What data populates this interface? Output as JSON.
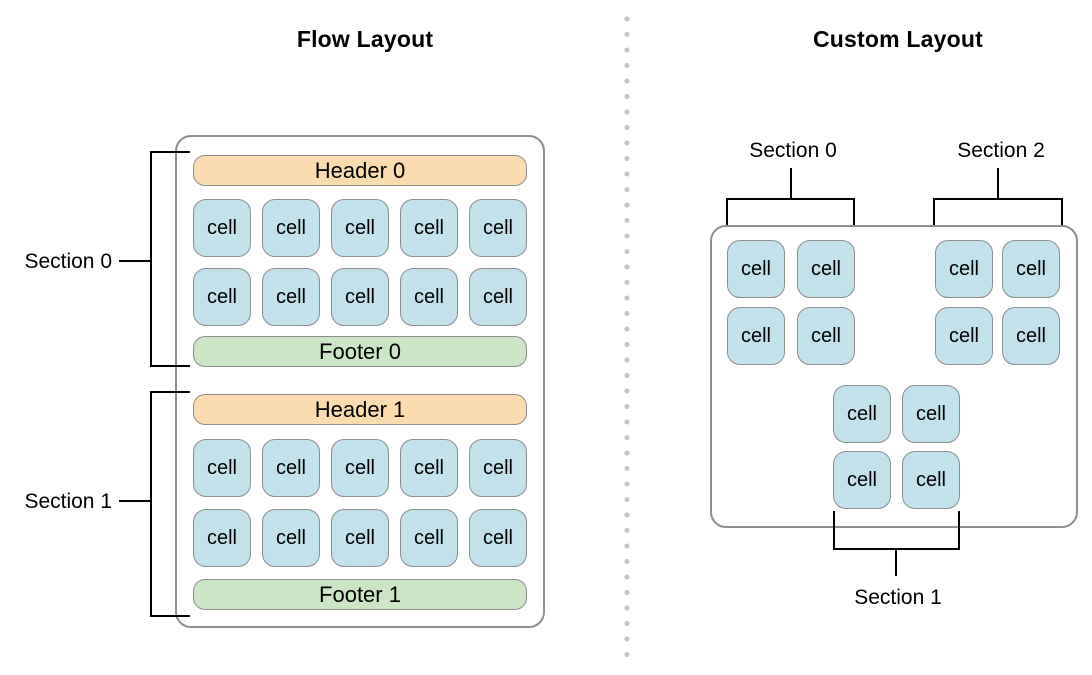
{
  "colors": {
    "header_fill": "#FBDBB0",
    "cell_fill": "#C2E1EA",
    "footer_fill": "#CBE5C6",
    "box_border": "#8E8E8E",
    "bracket_line": "#000000",
    "divider_dot": "#C5C5C5"
  },
  "flow": {
    "title": "Flow Layout",
    "cell_label": "cell",
    "sections": [
      {
        "label": "Section 0",
        "header": "Header 0",
        "footer": "Footer 0",
        "rows": 2,
        "cols": 5
      },
      {
        "label": "Section 1",
        "header": "Header 1",
        "footer": "Footer 1",
        "rows": 2,
        "cols": 5
      }
    ]
  },
  "custom": {
    "title": "Custom Layout",
    "cell_label": "cell",
    "groups": [
      {
        "label": "Section 0",
        "position": "top-left",
        "rows": 2,
        "cols": 2,
        "cells": 4
      },
      {
        "label": "Section 2",
        "position": "top-right",
        "rows": 2,
        "cols": 2,
        "cells": 4
      },
      {
        "label": "Section 1",
        "position": "bottom-center",
        "rows": 2,
        "cols": 2,
        "cells": 4
      }
    ]
  }
}
